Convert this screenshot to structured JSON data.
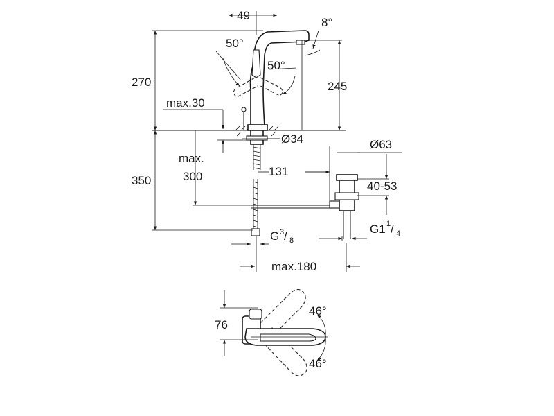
{
  "dimensions": {
    "spout_offset": "49",
    "spout_angle": "8°",
    "lever_angle_left": "50°",
    "lever_angle_right": "50°",
    "total_height": "270",
    "spout_height": "245",
    "max_deck_thickness": "max.30",
    "hole_diameter": "Ø34",
    "waste_diameter": "Ø63",
    "max_depth_line1": "max.",
    "max_depth_line2": "300",
    "waste_offset": "131",
    "waste_range": "40-53",
    "below_deck": "350",
    "connection_g": "G",
    "connection_num": "3",
    "connection_den": "8",
    "waste_thread_g": "G1",
    "waste_thread_num": "1",
    "waste_thread_den": "4",
    "max_reach": "max.180",
    "top_view_depth": "76",
    "rotation_top": "46°",
    "rotation_bottom": "46°"
  }
}
